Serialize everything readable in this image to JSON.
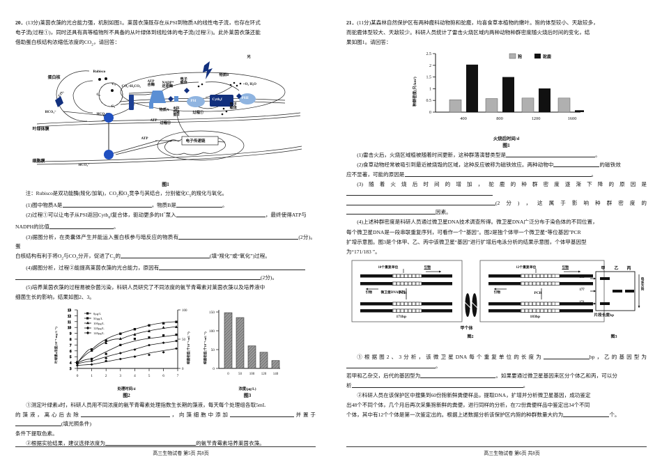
{
  "left": {
    "q20": {
      "number": "20．",
      "score": "(13分)",
      "stem_1": "莱茵衣藻的光合能力强，机制如图1。莱茵衣藻既存在从PSI到物质A的线性电子流，也存在环式",
      "stem_2": "电子流(过程①)，同时还具有高等植物所不具备的从叶绿体到线粒体的电子流(过程②)。此外莱茵衣藻还能",
      "stem_3_a": "借助蛋白核结构浓缩低浓度的CO",
      "stem_3_sub": "2",
      "stem_3_b": "，请回答：",
      "fig1_caption": "图1",
      "note_a": "注：Rubisco是双功能酶(羧化/加氧)，CO",
      "note_b": "2",
      "note_c": "和O",
      "note_d": "2",
      "note_e": "竞争与其结合，分别催化C",
      "note_f": "5",
      "note_g": "的羧化与氧化。",
      "item1_a": "(1)图中物质A是",
      "item1_b": "，物质B是",
      "item1_c": "。",
      "item2_a": "(2)过程①可以让电子从PSI返回Cytb",
      "item2_sub": "6",
      "item2_b": "f复合体，驱动更多的H",
      "item2_sup": "+",
      "item2_c": "泵入",
      "item2_d": "，最终使得ATP与",
      "item2_e": "NADPH的比值",
      "item2_f": "。",
      "item3_a": "(3)据图分析，在类囊体产生并能运入蛋白核参与暗反应的物质有",
      "item3_b": "(2分)。蛋",
      "item3_c": "白核结构有利于将O",
      "item3_sub1": "2",
      "item3_d": "与CO",
      "item3_sub2": "2",
      "item3_e": "分开，促进了C",
      "item3_sub3": "5",
      "item3_f": "的",
      "item3_g": "(填“羧化”或“氧化”)过程。",
      "item4_a": "(4)据图分析，过程②能提高莱茵衣藻的光合能力，原因有",
      "item4_b": "(2分)。",
      "item5_a": "(5)培养莱茵衣藻的过程易被杂菌污染，科研人员研究了不同浓度的氨苄青霉素对莱茵衣藻以及培养液中",
      "item5_b": "细菌生长的影响，结果如图2、3。",
      "sub1_a": "①测定叶绿素a时，科研人员用不同浓度的氨苄青霉素处理指数生长期的藻液，每天每个处理组各取5mL",
      "sub1_b": "的藻液，离心后去除",
      "sub1_c": "，向藻细胞中添加",
      "sub1_d": "并置于",
      "sub1_e": "(填光照条件)",
      "sub1_f": "条件下提取色素。",
      "sub2_a": "②根据实验结果，建议选择浓度为",
      "sub2_b": "的氨苄青霉素培养莱茵衣藻。"
    },
    "fig1_labels": {
      "light": "光",
      "protein_core": "蛋白核",
      "rubisco": "Rubisco",
      "c5": "C₅",
      "c3": "C₃",
      "c4": "C₄",
      "co2_small": "CO₂",
      "hco3_a": "HCO₃⁻",
      "hco3_b": "HCO₃⁻",
      "hco3_c": "HCO₃⁻",
      "co2_h2co3": "CO₂+H₂CO₃",
      "atp_synthase": "ATP\n合酶",
      "nadp_reductase": "NADP⁺\n还原酶",
      "atp_out": "ATP",
      "substance_a": "物质A",
      "substance_b": "物质B",
      "psi": "PSI",
      "psii": "PSII",
      "cytb6f": "Cytb₆f",
      "carrier_1": "电子\n载体",
      "carrier_2": "电子\n载体",
      "process1": "过程①",
      "process2": "过程②",
      "e_transport_protein": "电子\n传递\n蛋白",
      "o2_h2o": "+O₂  H₂O",
      "thylakoid_mem": "叶绿体膜",
      "cell_mem": "细胞膜",
      "atp_mid": "ATP",
      "e_donor": "电子传递链"
    },
    "fig2_caption": "图2",
    "fig3_caption": "图3",
    "chart_left_axis_x": "处理时间/d",
    "chart_right_axis_x": "浓度(μg/L)"
  },
  "right": {
    "q21": {
      "number": "21．",
      "score": "(11分)",
      "stem_1": "某森林自然保护区有两种鹿科动物狍和驼鹿，均喜食草本植物的嫩叶。狍的体型较小、天敌较多，",
      "stem_2": "而驼鹿体型较大、天敌较少。科研人员统计了雷击火烧区域内两种动物种群密度随火烧后时间的变化，结",
      "stem_3": "果如图1。请回答：",
      "fig1_caption": "图1",
      "item1_a": "(1)雷击火后，火烧区域植被随着时间更新，这种群落演替类型是",
      "item1_b": "。",
      "item2_a": "(2)食草动物经常被吸引到最近被烧毁的区域，这种反应被称为磁铁效应。两种动物中",
      "item2_b": "的磁铁效",
      "item2_c": "应不显著，可能的原因是",
      "item2_d": "。",
      "item3_a": "(3)随着火烧后时间的增加，驼鹿的种群密度逐渐下降的原因是",
      "item3_b": "(2分)，这属于影响种群密度的",
      "item3_c": "因素。",
      "item4_a": "(4)上述种群密度是科研人员通过微卫星DNA技术调查所得。微卫星DNA广泛分布于染色体的不同位置，",
      "item4_b": "每个微卫星DNA是一段串联重复序列，可看作一个“基因”。图2是独个体甲一个微卫星“等位基因”PCR",
      "item4_c": "扩增示意图。图3是个体甲、乙、丙中该微卫星“基因”进行扩增后电泳分析的结果示意图，个体甲基因型",
      "item4_d": "为“171/183 ”。",
      "sub1_a": "①根据图2、3分析，该微卫星DNA每个重复单位的长度为",
      "sub1_b": "bp，乙的基因型为",
      "sub1_c": "。",
      "sub1_d": "若甲和乙杂交，后代的基因型为",
      "sub1_e": "。如果要通过微卫星基因来区分个体乙和丙，可以分",
      "sub1_f": "析",
      "sub1_g": "。",
      "sub2_a": "②科研人员在该保护区中搜集到60份狍新鲜粪便样品，提取DNA，扩增并分析微卫星基因，成功鉴定",
      "sub2_b": "出48个不同个体，几个月后再次采集狍新鲜的粪便，进行同样的分析，在72份粪便样品中鉴定出34个不同",
      "sub2_c": "个体，其中有12个个体是第一次鉴定出的。根据上述数据分析该保护区内狍的种群数量大约为",
      "sub2_d": "个。"
    },
    "fig2_caption": "图2",
    "fig3_caption": "图3",
    "fig2_labels": {
      "repeat10": "10个重复单位",
      "repeat12": "12个重复单位",
      "primer_top_a": "引物",
      "primer_top_b": "引物",
      "primer_bot_a": "引物",
      "primer_bot_b": "引物",
      "microsat_seq": "微卫星DNA序列",
      "pcr_a": "PCR",
      "pcr_b": "PCR",
      "bp171": "171bp",
      "bp183": "183bp",
      "individual": "甲个体",
      "five_a": "5'",
      "three_a": "3'"
    },
    "fig3_labels": {
      "lane_a": "甲",
      "lane_b": "乙",
      "lane_c": "丙",
      "band183": "183",
      "band177": "177",
      "band171": "171",
      "direction": "电泳方向",
      "xlabel": "片段长度bp"
    }
  },
  "chart_data": [
    {
      "id": "left-fig2-line",
      "type": "line",
      "title": "图2",
      "xlabel": "处理时间/d",
      "ylabel": "叶绿素a浓度(10⁻³·mg·L⁻¹)",
      "xlim": [
        0,
        7
      ],
      "ylim": [
        3,
        13
      ],
      "xticks": [
        0,
        1,
        2,
        3,
        4,
        5,
        6,
        7
      ],
      "yticks": [
        3,
        4,
        5,
        6,
        7,
        8,
        9,
        10,
        11,
        12,
        13
      ],
      "x": [
        0,
        1,
        2,
        3,
        4,
        5,
        6,
        6.8
      ],
      "legend_position": "top-left",
      "series": [
        {
          "name": "0μg/L",
          "marker": "square",
          "values": [
            4.0,
            6.2,
            7.5,
            8.4,
            9.2,
            9.6,
            10.0,
            10.3
          ]
        },
        {
          "name": "50μg/L",
          "marker": "square",
          "values": [
            3.9,
            4.6,
            5.5,
            6.4,
            7.0,
            7.5,
            7.9,
            8.1
          ]
        },
        {
          "name": "100μg/L",
          "marker": "triangle",
          "values": [
            4.0,
            5.9,
            7.1,
            8.0,
            8.6,
            9.0,
            9.3,
            9.5
          ]
        },
        {
          "name": "120μg/L",
          "marker": "diamond",
          "values": [
            3.8,
            4.3,
            5.0,
            5.6,
            6.2,
            6.6,
            7.0,
            7.2
          ]
        },
        {
          "name": "140μg/L",
          "marker": "cross",
          "values": [
            3.5,
            3.7,
            4.1,
            4.4,
            4.8,
            5.1,
            5.5,
            5.8
          ]
        }
      ]
    },
    {
      "id": "left-fig3-bar",
      "type": "bar",
      "title": "图3",
      "xlabel": "浓度(μg/L)",
      "ylabel": "细菌密度(个10⁻³·mL⁻¹)",
      "categories": [
        "0",
        "50",
        "100",
        "120",
        "140"
      ],
      "values": [
        148,
        135,
        60,
        43,
        21
      ],
      "ylim": [
        0,
        160
      ],
      "yticks": [
        0,
        50,
        100,
        150
      ]
    },
    {
      "id": "right-fig1-bar",
      "type": "bar",
      "title": "图1",
      "xlabel": "火烧后时间/d",
      "ylabel": "种群密度(只/km²)",
      "categories": [
        "400",
        "800",
        "1200",
        "1600"
      ],
      "ylim": [
        0,
        2.5
      ],
      "yticks": [
        0,
        0.5,
        1,
        1.5,
        2,
        2.5
      ],
      "legend_position": "top-right",
      "series": [
        {
          "name": "狍",
          "color": "#b0b0b0",
          "values": [
            0.53,
            0.58,
            0.6,
            0.6
          ]
        },
        {
          "name": "驼鹿",
          "color": "#111111",
          "values": [
            2.03,
            1.5,
            1.01,
            0.08
          ]
        }
      ]
    }
  ],
  "footer": {
    "left": "高三生物试卷  第5页  共8页",
    "right": "高三生物试卷  第6页  共8页"
  }
}
